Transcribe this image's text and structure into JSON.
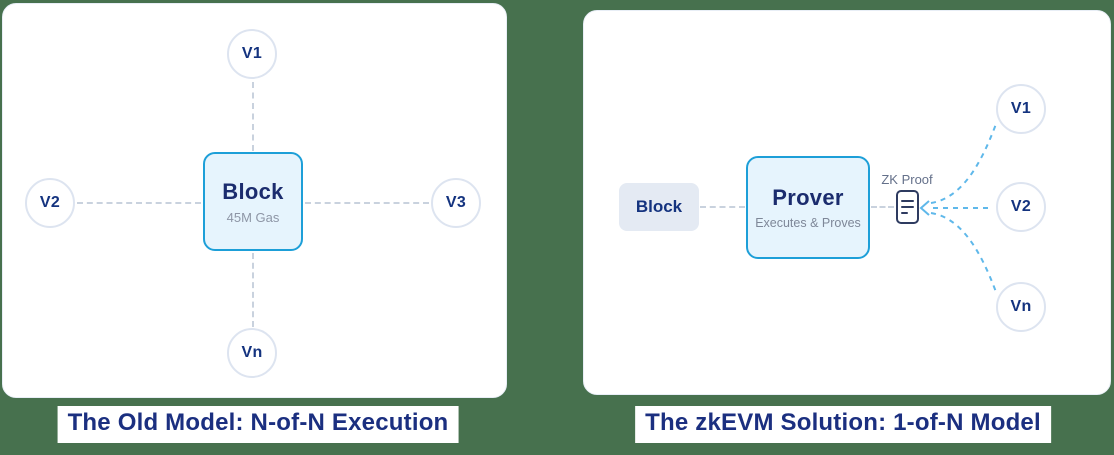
{
  "colors": {
    "background": "#47714E",
    "card_background": "#FFFFFF",
    "card_border": "#E8EEF6",
    "navy_text": "#14337F",
    "caption_text": "#1B2F80",
    "blue_box_fill": "#E6F4FD",
    "blue_box_border": "#1D9FD8",
    "gray_box_fill": "#E4EAF3",
    "dash_gray": "#C9D2DE",
    "dash_blue": "#5FB8EA",
    "circle_border": "#DDE4F0",
    "muted_text": "#8E96A6",
    "zk_icon_stroke": "#2E3B60"
  },
  "left_panel": {
    "caption": "The Old Model: N-of-N Execution",
    "block": {
      "title": "Block",
      "subtitle": "45M Gas"
    },
    "validators": [
      {
        "label": "V1"
      },
      {
        "label": "V2"
      },
      {
        "label": "V3"
      },
      {
        "label": "Vn"
      }
    ]
  },
  "right_panel": {
    "caption": "The zkEVM Solution: 1-of-N Model",
    "block_label": "Block",
    "prover": {
      "title": "Prover",
      "subtitle": "Executes & Proves"
    },
    "zk_proof_label": "ZK Proof",
    "validators": [
      {
        "label": "V1"
      },
      {
        "label": "V2"
      },
      {
        "label": "Vn"
      }
    ]
  }
}
